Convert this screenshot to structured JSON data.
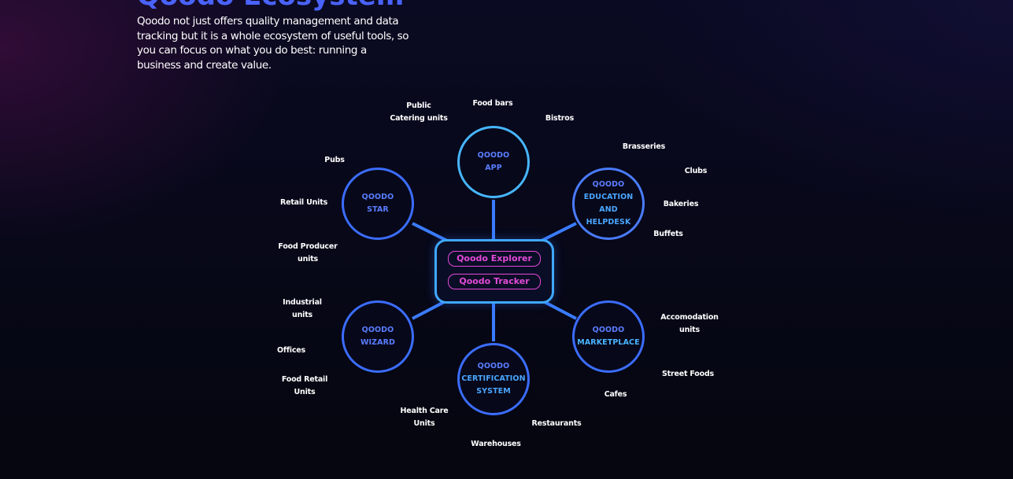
{
  "heading": {
    "title": "Qoodo Ecosystem",
    "description": "Qoodo not just offers quality management and data tracking but it is a whole ecosystem of useful tools, so you can focus on what you do best: running a business and create value."
  },
  "hub": {
    "items": [
      "Qoodo Explorer",
      "Qoodo Tracker"
    ]
  },
  "nodes": {
    "app": {
      "line1": "QOODO",
      "line2": "APP"
    },
    "star": {
      "line1": "QOODO",
      "line2": "STAR"
    },
    "education": {
      "line1": "QOODO",
      "line2": "EDUCATION AND",
      "line3": "HELPDESK"
    },
    "wizard": {
      "line1": "QOODO",
      "line2": "WIZARD"
    },
    "marketplace": {
      "line1": "QOODO",
      "line2": "MARKETPLACE"
    },
    "certification": {
      "line1": "QOODO",
      "line2": "CERTIFICATION",
      "line3": "SYSTEM"
    }
  },
  "satellites": {
    "public_catering": {
      "line1": "Public",
      "line2": "Catering units"
    },
    "food_bars": {
      "line1": "Food bars"
    },
    "bistros": {
      "line1": "Bistros"
    },
    "brasseries": {
      "line1": "Brasseries"
    },
    "clubs": {
      "line1": "Clubs"
    },
    "bakeries": {
      "line1": "Bakeries"
    },
    "buffets": {
      "line1": "Buffets"
    },
    "pubs": {
      "line1": "Pubs"
    },
    "retail_units": {
      "line1": "Retail Units"
    },
    "food_producer": {
      "line1": "Food Producer",
      "line2": "units"
    },
    "industrial": {
      "line1": "Industrial",
      "line2": "units"
    },
    "offices": {
      "line1": "Offices"
    },
    "food_retail": {
      "line1": "Food Retail",
      "line2": "Units"
    },
    "accomodation": {
      "line1": "Accomodation",
      "line2": "units"
    },
    "street_foods": {
      "line1": "Street Foods"
    },
    "cafes": {
      "line1": "Cafes"
    },
    "health_care": {
      "line1": "Health Care",
      "line2": "Units"
    },
    "restaurants": {
      "line1": "Restaurants"
    },
    "warehouses": {
      "line1": "Warehouses"
    }
  },
  "colors": {
    "title": "#4a63ff",
    "pill": "#e34ad8",
    "connector": "#3a7cff",
    "hub_border": "#3fa8ff",
    "node_text": "#5a7dff"
  }
}
